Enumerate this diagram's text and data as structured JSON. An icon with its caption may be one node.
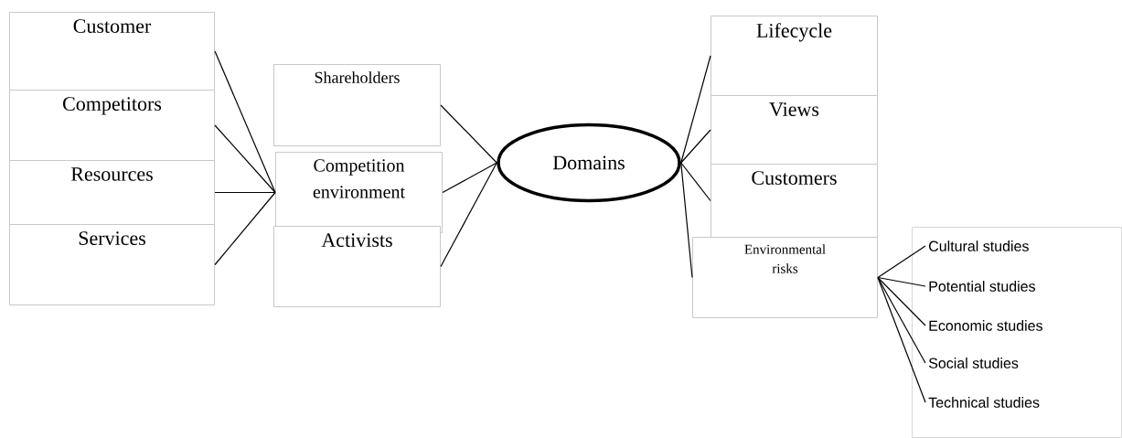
{
  "diagram": {
    "nodes": [
      {
        "text": [
          "Customer"
        ]
      },
      {
        "text": [
          "Competitors"
        ]
      },
      {
        "text": [
          "Resources"
        ]
      },
      {
        "text": [
          "Services"
        ]
      },
      {
        "text": [
          "Shareholders"
        ]
      },
      {
        "text": [
          "Competition environment"
        ]
      },
      {
        "text": [
          "Activists"
        ]
      },
      {
        "text": [
          "Domains"
        ]
      },
      {
        "text": [
          "Lifecycle"
        ]
      },
      {
        "text": [
          "Views"
        ]
      },
      {
        "text": [
          "Customers"
        ]
      },
      {
        "text": [
          "Environmental risks"
        ]
      },
      {
        "text": [],
        "shape": "box"
      },
      {
        "text": [
          "Cultural studies"
        ],
        "in": 12
      },
      {
        "text": [
          "Potential studies"
        ],
        "in": 12
      },
      {
        "text": [
          "Economic studies"
        ],
        "in": 12
      },
      {
        "text": [
          "Social studies"
        ],
        "in": 12
      },
      {
        "text": [
          "Technical studies"
        ],
        "in": 12
      }
    ],
    "edges": [
      {
        "from": 0,
        "to": 5,
        "arrow": "none"
      },
      {
        "from": 1,
        "to": 5,
        "arrow": "none"
      },
      {
        "from": 2,
        "to": 5,
        "arrow": "none"
      },
      {
        "from": 3,
        "to": 5,
        "arrow": "none"
      },
      {
        "from": 4,
        "to": 7,
        "arrow": "none"
      },
      {
        "from": 5,
        "to": 7,
        "arrow": "none"
      },
      {
        "from": 6,
        "to": 7,
        "arrow": "none"
      },
      {
        "from": 7,
        "to": 8,
        "arrow": "none"
      },
      {
        "from": 7,
        "to": 9,
        "arrow": "none"
      },
      {
        "from": 7,
        "to": 10,
        "arrow": "none"
      },
      {
        "from": 7,
        "to": 11,
        "arrow": "none"
      },
      {
        "from": 11,
        "to": 13,
        "arrow": "none"
      },
      {
        "from": 11,
        "to": 14,
        "arrow": "none"
      },
      {
        "from": 11,
        "to": 15,
        "arrow": "none"
      },
      {
        "from": 11,
        "to": 16,
        "arrow": "none"
      },
      {
        "from": 11,
        "to": 17,
        "arrow": "none"
      }
    ]
  }
}
